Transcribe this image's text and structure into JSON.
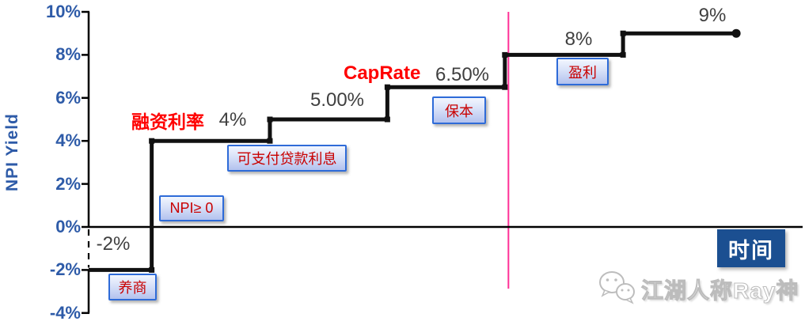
{
  "watermark": {
    "icon": "wechat-icon",
    "text": "江湖人称Ray神"
  },
  "chart_data": {
    "type": "line",
    "subtype": "step",
    "title": "",
    "ylabel": "NPI Yield",
    "xlabel": "时间",
    "ylim": [
      -4,
      10
    ],
    "grid": false,
    "legend": false,
    "yticks": [
      10,
      8,
      6,
      4,
      2,
      0,
      -2,
      -4
    ],
    "ytick_labels": [
      "10%",
      "8%",
      "6%",
      "4%",
      "2%",
      "0%",
      "-2%",
      "-4%"
    ],
    "steps": [
      {
        "value": -2,
        "label": "-2%",
        "x_from": 0.0,
        "x_to": 0.088
      },
      {
        "value": 4,
        "label": "4%",
        "x_from": 0.088,
        "x_to": 0.253
      },
      {
        "value": 5,
        "label": "5.00%",
        "x_from": 0.253,
        "x_to": 0.417
      },
      {
        "value": 6.5,
        "label": "6.50%",
        "x_from": 0.417,
        "x_to": 0.581
      },
      {
        "value": 8,
        "label": "8%",
        "x_from": 0.581,
        "x_to": 0.746
      },
      {
        "value": 9,
        "label": "9%",
        "x_from": 0.746,
        "x_to": 0.904
      }
    ],
    "start_connector": {
      "x_frac": 0.0,
      "from_value": 0,
      "to_value": -2,
      "style": "dashed"
    },
    "divider_line": {
      "x_frac": 0.586
    },
    "annotations": {
      "financing_rate": "融资利率",
      "cap_rate": "CapRate"
    },
    "callouts": [
      {
        "text": "养商"
      },
      {
        "text": "NPI≥ 0"
      },
      {
        "text": "可支付贷款利息"
      },
      {
        "text": "保本"
      },
      {
        "text": "盈利"
      }
    ],
    "colors": {
      "line": "#111111",
      "axis": "#000000",
      "tick_label": "#2E5BA8",
      "value_label": "#3F3F3F",
      "annotation_red": "#FF0000",
      "callout_text": "#C90000",
      "callout_border": "#2E6BD8",
      "divider_pink": "#FF3096",
      "time_box_bg": "#1B4F91",
      "time_box_text": "#FFFFFF"
    }
  }
}
